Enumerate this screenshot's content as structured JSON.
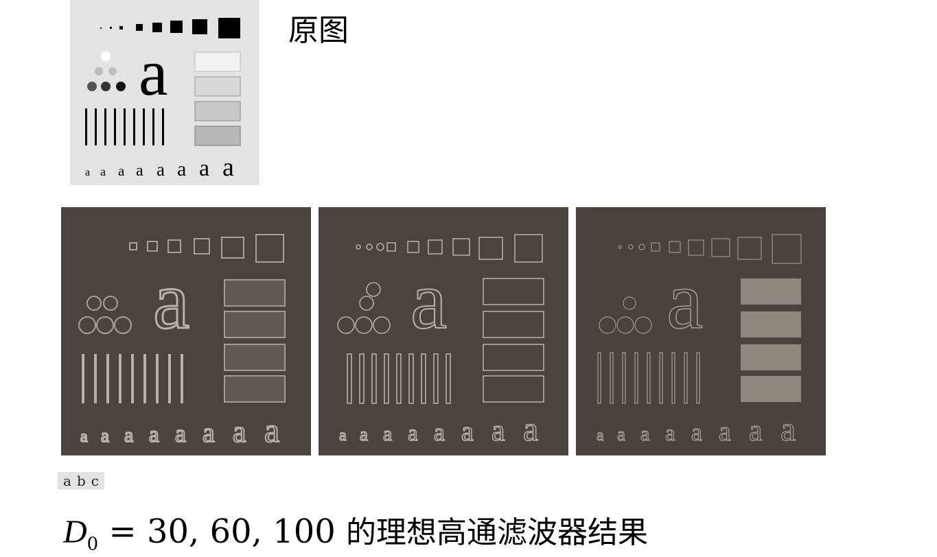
{
  "original_title": "原图",
  "panel_glyph": "a",
  "panel_tags": [
    "a",
    "b",
    "c"
  ],
  "caption": {
    "symbol": "D",
    "subscript": "0",
    "equals": "=",
    "values": "30, 60, 100",
    "text": "的理想高通滤波器结果"
  },
  "colors": {
    "original_background": "#e3e3e3",
    "result_background": "#4a443d",
    "result_edges": "#b8b2a8"
  }
}
